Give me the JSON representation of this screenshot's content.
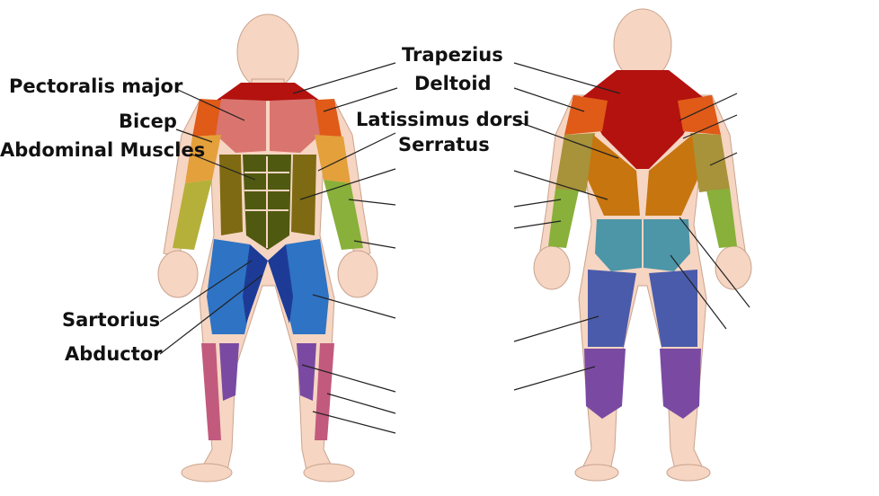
{
  "labels": {
    "trapezius": "Trapezius",
    "deltoid": "Deltoid",
    "latissimus_dorsi": "Latissimus dorsi",
    "serratus": "Serratus",
    "pectoralis_major": "Pectoralis major",
    "bicep": "Bicep",
    "abdominal_muscles": "Abdominal Muscles",
    "sartorius": "Sartorius",
    "abductor": "Abductor"
  },
  "colors": {
    "skin": "#f6d5c2",
    "skin_outline": "#c9a48f",
    "trapezius": "#b3120f",
    "deltoid": "#e05a18",
    "pectoral": "#d9756e",
    "arm_upper": "#e4a03b",
    "forearm": "#b5b03a",
    "forearm_inner": "#88b03a",
    "abs": "#4f5a10",
    "oblique": "#7d6a12",
    "quad": "#2e73c4",
    "adductor": "#1d3b96",
    "calf": "#7a4aa3",
    "shin": "#c25a7e",
    "glute": "#4c96a8",
    "hamstring": "#4a5bab",
    "lat": "#c7750e",
    "back_arm": "#a8923a"
  }
}
